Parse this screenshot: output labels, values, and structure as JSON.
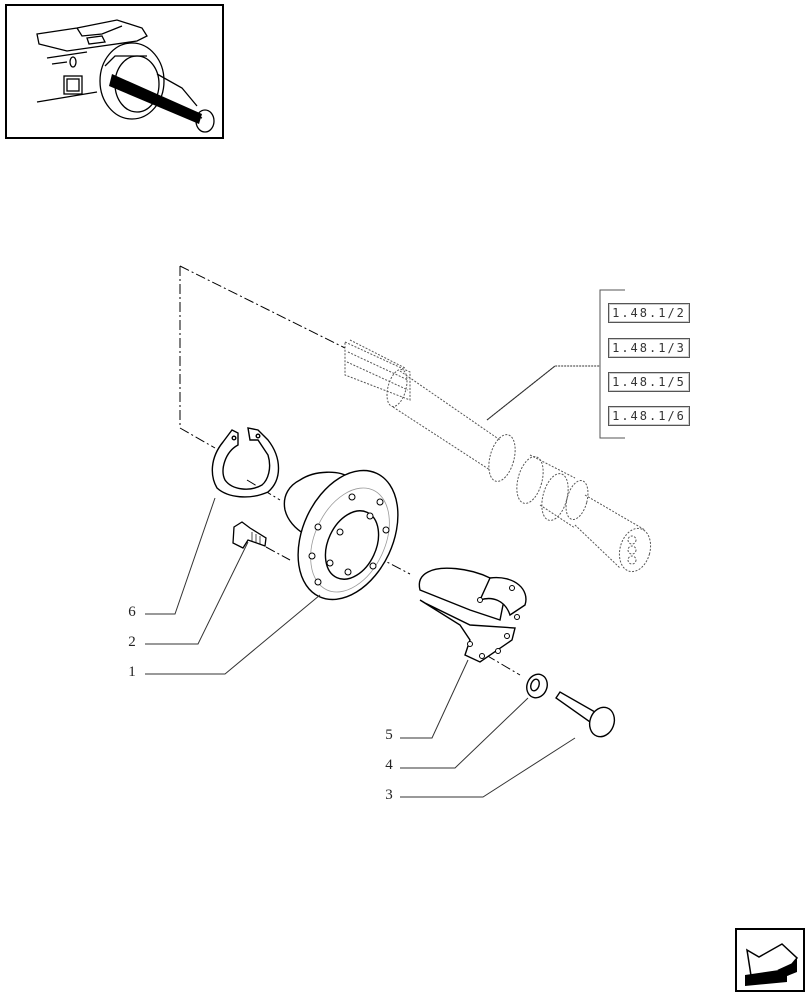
{
  "thumbnail": {
    "description": "Locator view of tractor rear PTO shaft assembly",
    "icon": "assembly-locator-thumbnail"
  },
  "reference_boxes": [
    {
      "label": "1.48.1/2"
    },
    {
      "label": "1.48.1/3"
    },
    {
      "label": "1.48.1/5"
    },
    {
      "label": "1.48.1/6"
    }
  ],
  "callouts": [
    {
      "number": "6",
      "part": "snap-ring"
    },
    {
      "number": "2",
      "part": "stud-bolt"
    },
    {
      "number": "1",
      "part": "flange-hub"
    },
    {
      "number": "5",
      "part": "split-collar"
    },
    {
      "number": "4",
      "part": "washer"
    },
    {
      "number": "3",
      "part": "bolt"
    }
  ],
  "navigation": {
    "next_icon": "arrow-back-icon"
  }
}
